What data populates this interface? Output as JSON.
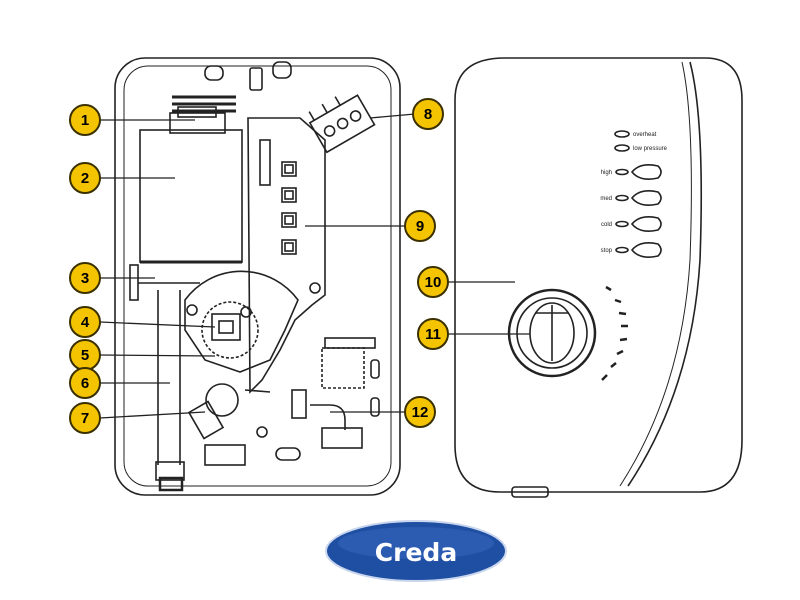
{
  "diagram": {
    "colors": {
      "callout_fill": "#f5c400",
      "callout_stroke": "#3a3000",
      "line": "#222222",
      "panel_bg": "#ffffff",
      "brand_blue": "#1f4fa3",
      "brand_text": "#ffffff"
    },
    "callouts": [
      {
        "number": "1"
      },
      {
        "number": "2"
      },
      {
        "number": "3"
      },
      {
        "number": "4"
      },
      {
        "number": "5"
      },
      {
        "number": "6"
      },
      {
        "number": "7"
      },
      {
        "number": "8"
      },
      {
        "number": "9"
      },
      {
        "number": "10"
      },
      {
        "number": "11"
      },
      {
        "number": "12"
      }
    ],
    "control_panel": {
      "indicators": [
        "overheat",
        "low pressure"
      ],
      "buttons": [
        "high",
        "med",
        "cold",
        "stop"
      ]
    },
    "brand": "Creda"
  }
}
